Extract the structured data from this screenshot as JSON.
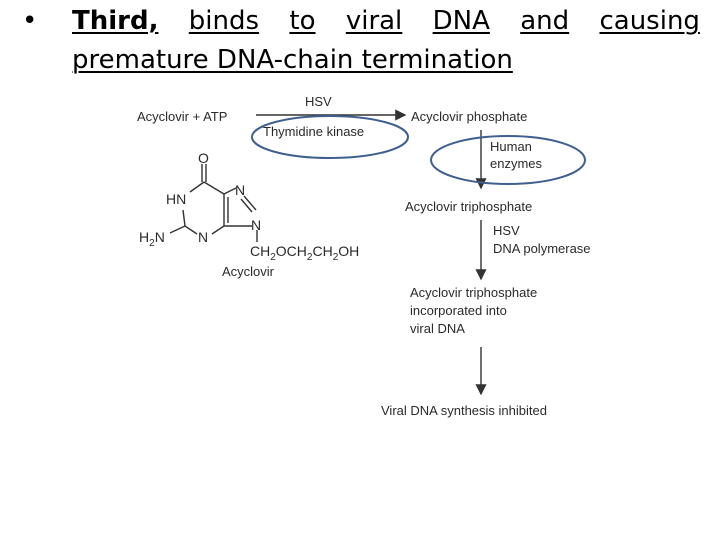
{
  "heading": {
    "bullet": "•",
    "words": [
      "Third,",
      "binds",
      "to",
      "viral",
      "DNA",
      "and",
      "causing"
    ],
    "line2": "premature DNA-chain termination"
  },
  "pathway": {
    "reactant": "Acyclovir + ATP",
    "step1_top": "HSV",
    "step1_bottom": "Thymidine kinase",
    "product1": "Acyclovir phosphate",
    "step2_line1": "Human",
    "step2_line2": "enzymes",
    "product2": "Acyclovir triphosphate",
    "step3_line1": "HSV",
    "step3_line2": "DNA polymerase",
    "product3_line1": "Acyclovir triphosphate",
    "product3_line2": "incorporated into",
    "product3_line3": "viral DNA",
    "final": "Viral DNA synthesis inhibited"
  },
  "structure": {
    "atom_o": "O",
    "atom_hn": "HN",
    "atom_h2n_h": "H",
    "atom_h2n_sub": "2",
    "atom_h2n_n": "N",
    "atom_n_ring": "N",
    "atom_n_imid_top": "N",
    "atom_n_imid_bottom": "N",
    "side_chain": "CH2OCH2CH2OH",
    "name": "Acyclovir"
  },
  "colors": {
    "highlight_ellipse": "#3f5f8f",
    "arrow": "#333333"
  }
}
